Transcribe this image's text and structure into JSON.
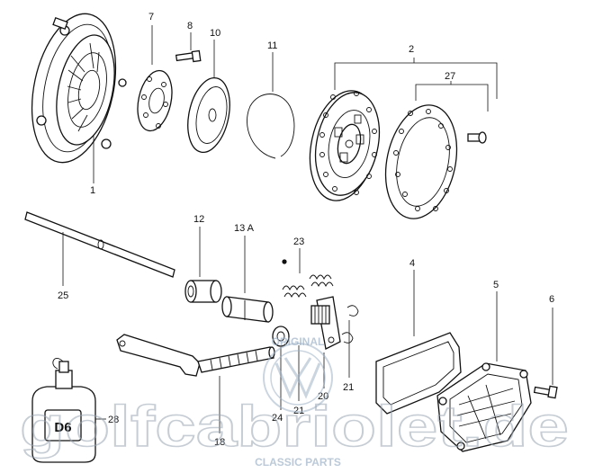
{
  "diagram": {
    "callouts": {
      "c1": "1",
      "c7": "7",
      "c8": "8",
      "c10": "10",
      "c11": "11",
      "c2": "2",
      "c27": "27",
      "c12": "12",
      "c13a": "13 A",
      "c23": "23",
      "c25": "25",
      "c4": "4",
      "c5": "5",
      "c6": "6",
      "c21a": "21",
      "c20": "20",
      "c21b": "21",
      "c24": "24",
      "c18": "18",
      "c28": "28"
    },
    "bottle_label": "D6"
  },
  "watermark": {
    "site_text": "golfcabriolet.de",
    "badge_top": "ORIGINAL",
    "badge_bottom": "CLASSIC PARTS"
  }
}
